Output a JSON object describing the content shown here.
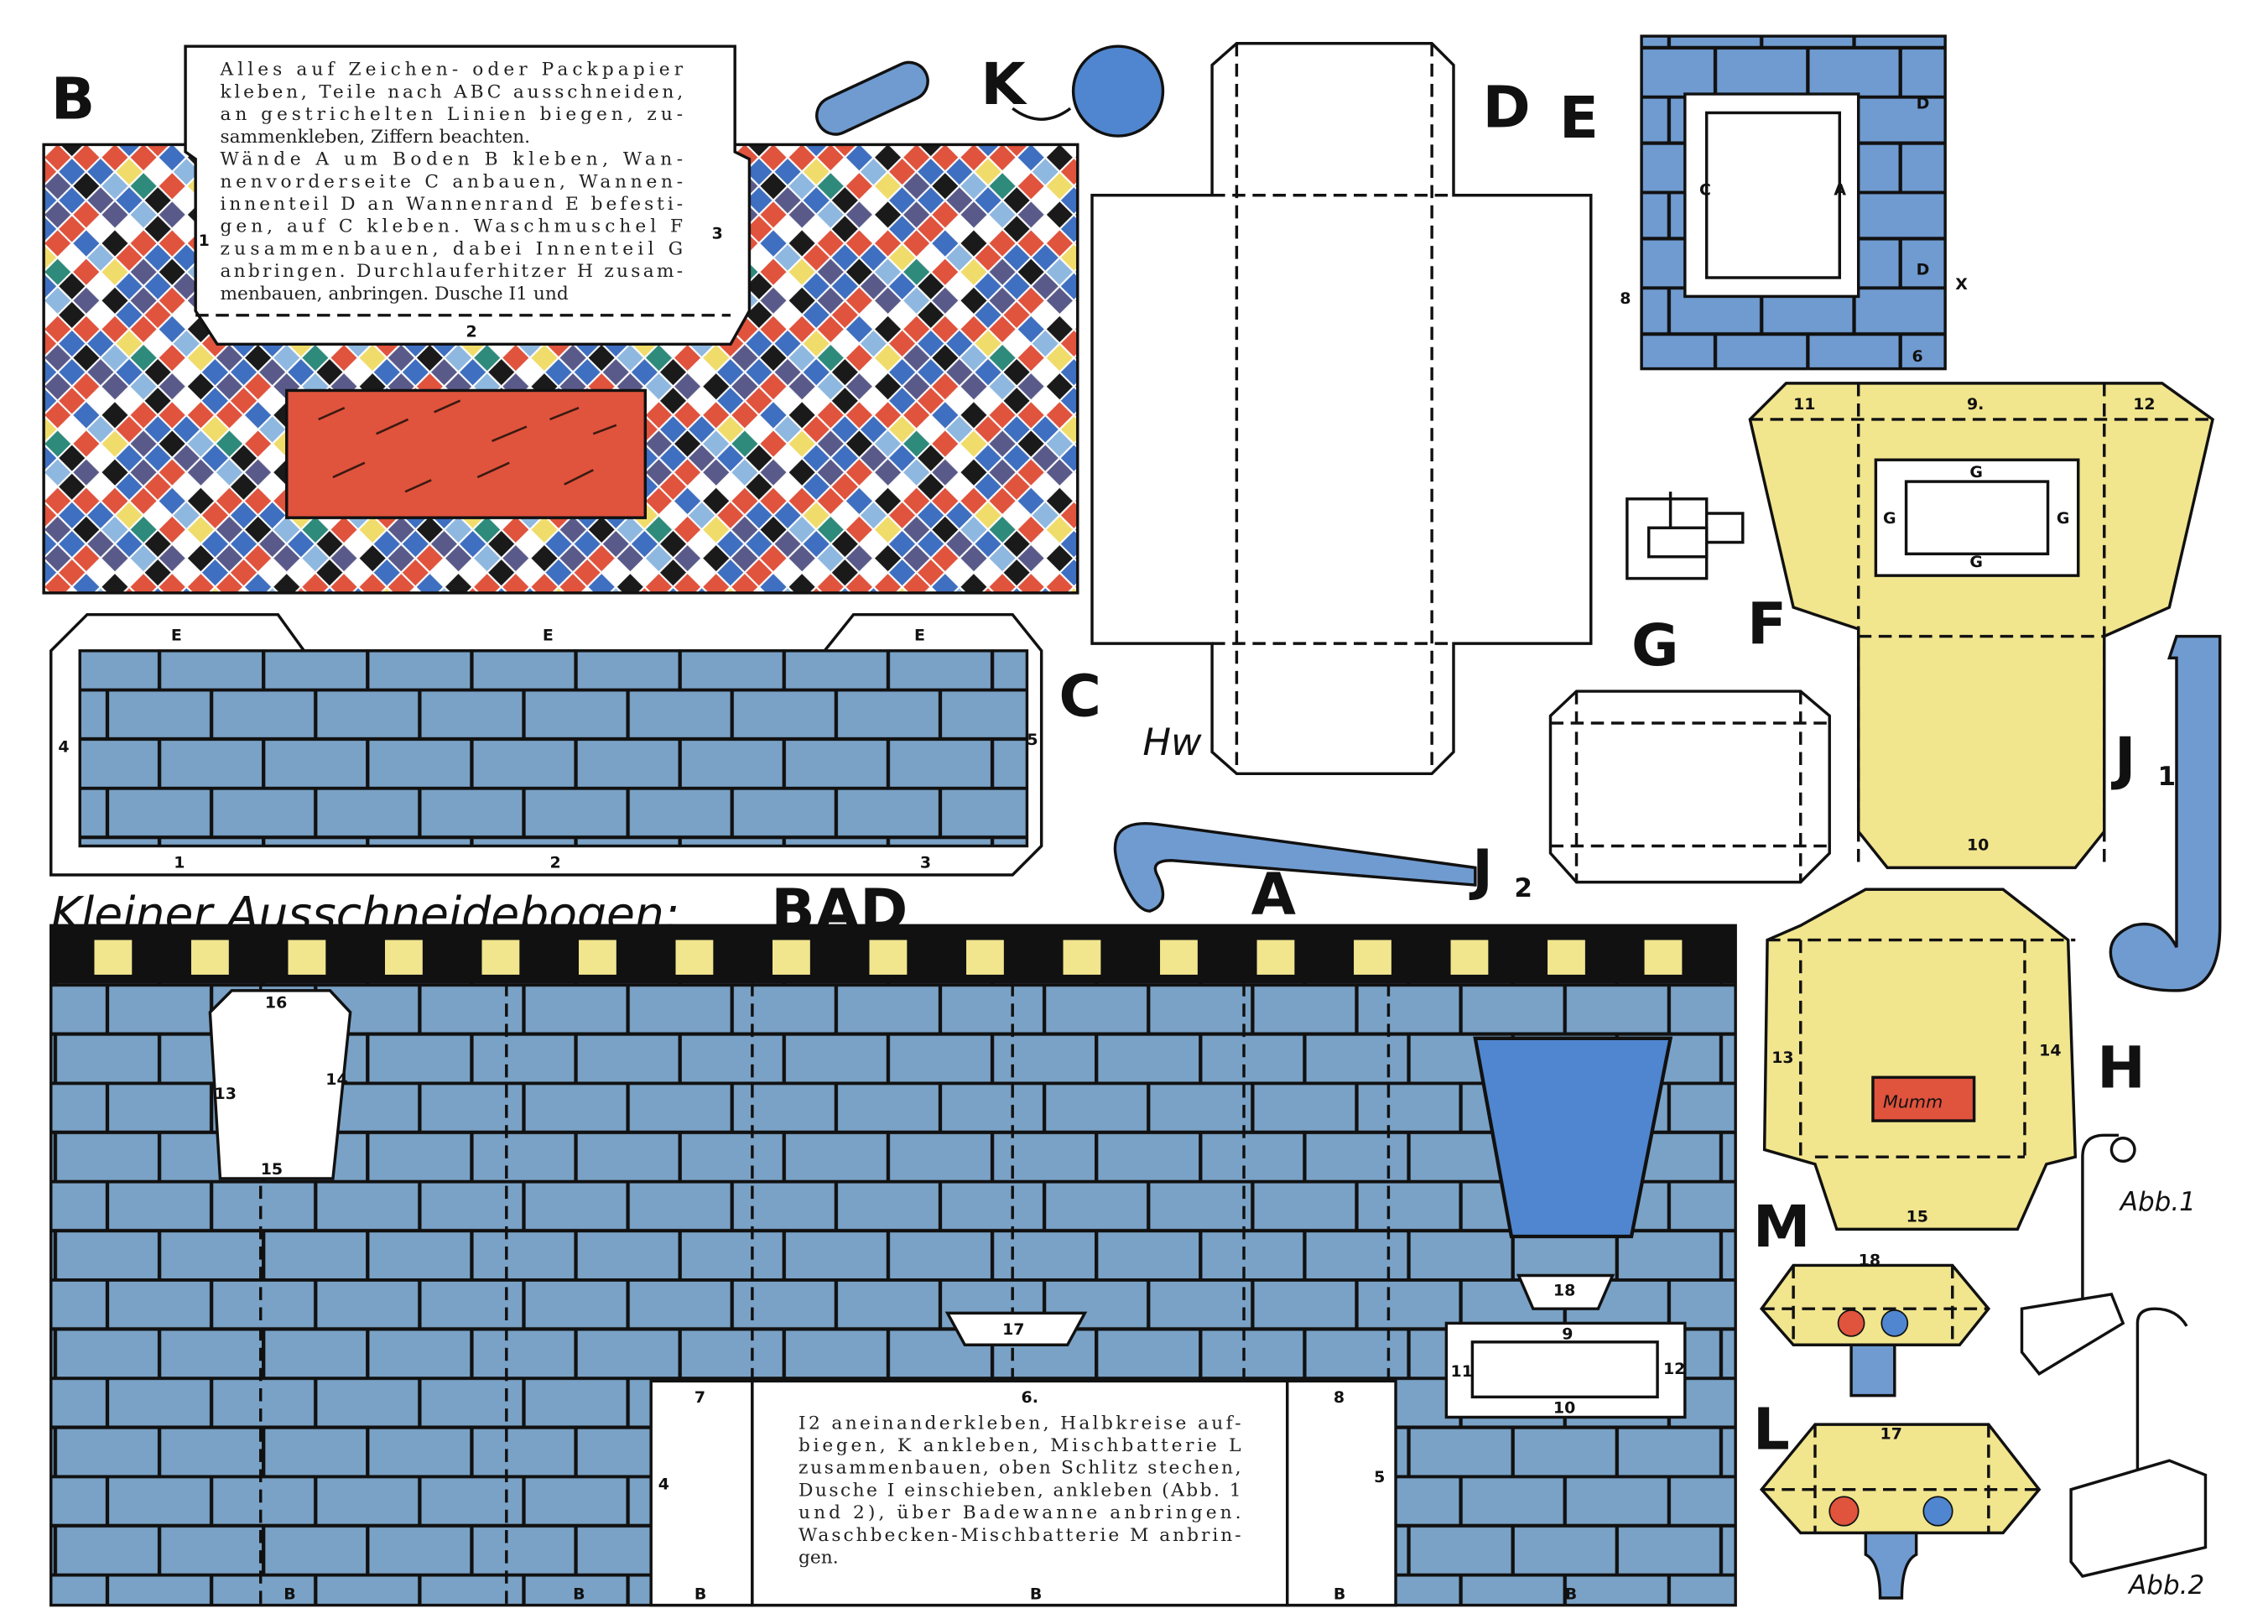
{
  "title": {
    "main": "Kleiner Ausschneidebogen:",
    "subject": "BAD"
  },
  "instructions_top": [
    "Alles auf Zeichen- oder Packpapier",
    "kleben, Teile nach ABC ausschneiden,",
    "an gestrichelten Linien biegen, zu-",
    "sammenkleben, Ziffern beachten.",
    "Wände A um Boden B kleben, Wan-",
    "nenvorderseite C anbauen, Wannen-",
    "innenteil D an Wannenrand E befesti-",
    "gen, auf C kleben. Waschmuschel F",
    "zusammenbauen, dabei Innenteil G",
    "anbringen. Durchlauferhitzer H zusam-",
    "menbauen, anbringen. Dusche I1 und"
  ],
  "instructions_bottom": [
    "I2 aneinanderkleben, Halbkreise auf-",
    "biegen, K ankleben, Mischbatterie L",
    "zusammenbauen, oben Schlitz stechen,",
    "Dusche I einschieben, ankleben (Abb. 1",
    "und 2), über Badewanne anbringen.",
    "Waschbecken-Mischbatterie M anbrin-",
    "gen."
  ],
  "parts": {
    "B": "B",
    "K": "K",
    "D": "D",
    "E": "E",
    "C": "C",
    "F": "F",
    "G": "G",
    "J1": "J",
    "J1_sub": "1",
    "J2": "J",
    "J2_sub": "2",
    "A": "A",
    "H": "H",
    "M": "M",
    "L": "L",
    "abb1": "Abb.1",
    "abb2": "Abb.2",
    "signature": "Hw"
  },
  "numbers": {
    "b_1": "1",
    "b_2": "2",
    "b_3": "3",
    "c_e1": "E",
    "c_e2": "E",
    "c_e3": "E",
    "c_4": "4",
    "c_5": "5",
    "c_1": "1",
    "c_2": "2",
    "c_3": "3",
    "e_d_top": "D",
    "e_d_bot": "D",
    "e_a": "A",
    "e_c": "C",
    "e_8": "8",
    "e_x": "X",
    "e_6": "6",
    "f_11": "11",
    "f_9": "9.",
    "f_12": "12",
    "f_g1": "G",
    "f_g2": "G",
    "f_g3": "G",
    "f_g4": "G",
    "f_10": "10",
    "a_16": "16",
    "a_13": "13",
    "a_14": "14",
    "a_15": "15",
    "a_17": "17",
    "a_18": "18",
    "a_11": "11",
    "a_9": "9",
    "a_12": "12",
    "a_10": "10",
    "a_7": "7",
    "a_6": "6.",
    "a_8": "8",
    "a_4": "4",
    "a_5": "5",
    "a_b1": "B",
    "a_b2": "B",
    "a_b3": "B",
    "a_b4": "B",
    "a_b5": "B",
    "a_b6": "B",
    "h_13": "13",
    "h_14": "14",
    "h_15": "15",
    "h_brand": "Mumm",
    "m_18": "18",
    "l_17": "17"
  },
  "colors": {
    "tile_blue": "#6f9bd0",
    "wall_blue": "#7aa2c6",
    "yellow": "#f1e58e",
    "red": "#e0533d",
    "checker": [
      "#1a1a1a",
      "#3f6fc0",
      "#f0dc6a",
      "#e0533d",
      "#ffffff",
      "#8fb8e0",
      "#2e8a7a",
      "#5a5a8a"
    ]
  }
}
